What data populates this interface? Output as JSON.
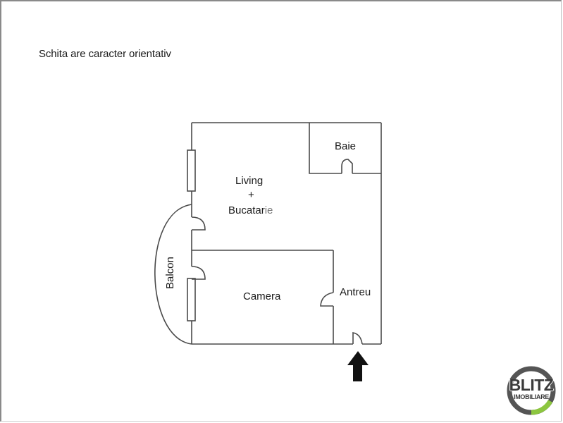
{
  "note": "Schita are caracter orientativ",
  "rooms": {
    "living_line1": "Living",
    "living_plus": "+",
    "living_line2_dark": "Bucatar",
    "living_line2_light": "ie",
    "baie": "Baie",
    "camera": "Camera",
    "antreu": "Antreu",
    "balcon": "Balcon"
  },
  "entrance": {
    "icon": "arrow-up-icon",
    "color": "#111111"
  },
  "logo": {
    "line1": "BLITZ",
    "line2": "IMOBILIARE",
    "ring_color": "#555555",
    "accent_color": "#8cc63f"
  },
  "colors": {
    "wall": "#4a4a4a",
    "background": "#ffffff",
    "frame": "#8a8a8a"
  }
}
